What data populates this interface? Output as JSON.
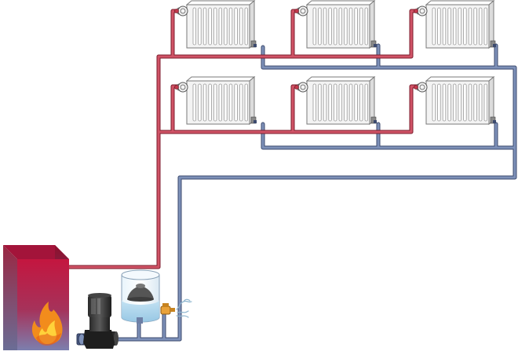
{
  "diagram": {
    "colors": {
      "supply": "#c23a4e",
      "supply_dark": "#7c1e2c",
      "return": "#6d7fa6",
      "return_dark": "#3c4a6e",
      "radiator_fill": "#f3f3f3",
      "radiator_stroke": "#7a7a7a",
      "boiler_top": "#c4163f",
      "boiler_bottom": "#7c7fae",
      "flame": "#f28c1c",
      "water": "#a8d4ec"
    },
    "radiators": [
      {
        "floor": "upper",
        "position": "left"
      },
      {
        "floor": "upper",
        "position": "middle"
      },
      {
        "floor": "upper",
        "position": "right"
      },
      {
        "floor": "lower",
        "position": "left"
      },
      {
        "floor": "lower",
        "position": "middle"
      },
      {
        "floor": "lower",
        "position": "right"
      }
    ],
    "components": [
      {
        "name": "boiler",
        "icon": "flame-icon"
      },
      {
        "name": "circulation-pump",
        "icon": "pump-icon"
      },
      {
        "name": "expansion-tank",
        "icon": "tank-icon"
      },
      {
        "name": "safety-valve",
        "icon": "valve-icon"
      }
    ]
  }
}
